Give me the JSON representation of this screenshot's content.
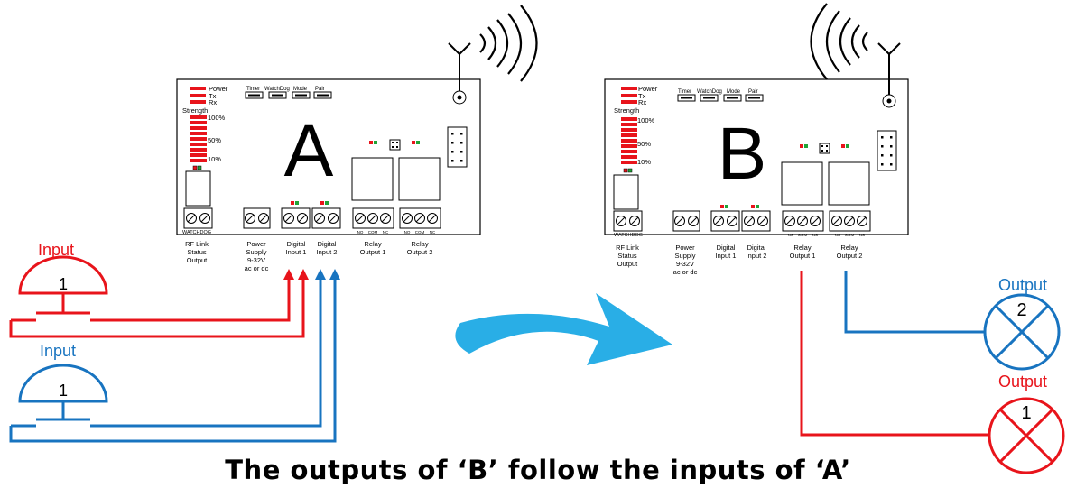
{
  "caption": "The outputs of ‘B’ follow the inputs of ‘A’",
  "colors": {
    "red": "#e8141b",
    "blue": "#1874c0",
    "arrow": "#29aee6",
    "led_red": "#e8141b",
    "led_green": "#21a336"
  },
  "board_a": {
    "letter": "A",
    "led_labels": [
      "Power",
      "Tx",
      "Rx"
    ],
    "strength_label": "Strength",
    "strength_levels": [
      "100%",
      "50%",
      "10%"
    ],
    "buttons": [
      "Timer",
      "WatchDog",
      "Mode",
      "Pair"
    ],
    "watchdog_label": "WATCHDOG",
    "relay_terminals": [
      "NO",
      "COM",
      "NC"
    ],
    "terminal_labels": {
      "rf_link": [
        "RF Link",
        "Status",
        "Output"
      ],
      "power": [
        "Power",
        "Supply",
        "9-32V",
        "ac or dc"
      ],
      "digital_1": [
        "Digital",
        "Input 1"
      ],
      "digital_2": [
        "Digital",
        "Input 2"
      ],
      "relay_1": [
        "Relay",
        "Output 1"
      ],
      "relay_2": [
        "Relay",
        "Output 2"
      ]
    }
  },
  "board_b": {
    "letter": "B",
    "led_labels": [
      "Power",
      "Tx",
      "Rx"
    ],
    "strength_label": "Strength",
    "strength_levels": [
      "100%",
      "50%",
      "10%"
    ],
    "buttons": [
      "Timer",
      "WatchDog",
      "Mode",
      "Pair"
    ],
    "watchdog_label": "WATCHDOG",
    "relay_terminals": [
      "NO",
      "COM",
      "NC"
    ],
    "terminal_labels": {
      "rf_link": [
        "RF Link",
        "Status",
        "Output"
      ],
      "power": [
        "Power",
        "Supply",
        "9-32V",
        "ac or dc"
      ],
      "digital_1": [
        "Digital",
        "Input 1"
      ],
      "digital_2": [
        "Digital",
        "Input 2"
      ],
      "relay_1": [
        "Relay",
        "Output 1"
      ],
      "relay_2": [
        "Relay",
        "Output 2"
      ]
    }
  },
  "inputs": [
    {
      "label": "Input",
      "number": "1",
      "color": "red"
    },
    {
      "label": "Input",
      "number": "1",
      "color": "blue"
    }
  ],
  "outputs": [
    {
      "label": "Output",
      "number": "2",
      "color": "blue"
    },
    {
      "label": "Output",
      "number": "1",
      "color": "red"
    }
  ]
}
